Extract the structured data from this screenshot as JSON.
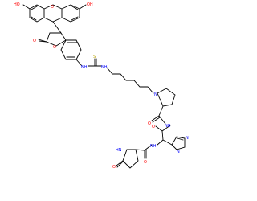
{
  "atoms": {
    "ho_left": "HO",
    "oh_right": "OH",
    "o_xanthene": "O",
    "o_lactone_ring": "O",
    "o_lactone_carbonyl": "O",
    "nh_thiourea_left": "NH",
    "s_thiourea": "S",
    "nh_thiourea_right": "NH",
    "n_pyrrolidine": "N",
    "o_prolinamide": "O",
    "nh_prolinamide": "NH",
    "o_his_amide": "O",
    "nh_his": "NH",
    "n_imidazole_a": "N",
    "n_imidazole_b": "N",
    "hn_pyroglu": "HN",
    "o_pyroglu_ring": "O",
    "o_pyroglu_amide": "O"
  },
  "colors": {
    "bond": "#000000",
    "oxygen": "#ff0000",
    "nitrogen": "#0000ff",
    "sulfur": "#b8a000"
  }
}
